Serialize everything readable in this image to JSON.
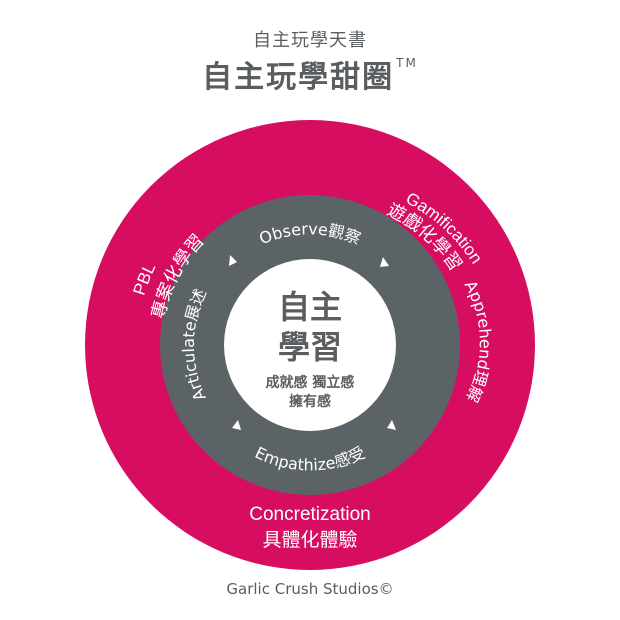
{
  "header": {
    "subtitle": "自主玩學天書",
    "title": "自主玩學甜圈",
    "trademark": "TM"
  },
  "colors": {
    "outer_ring": "#d70d61",
    "inner_ring": "#5c6366",
    "center": "#ffffff",
    "text_dark": "#5a5e61"
  },
  "outer_ring": {
    "pbl": {
      "en": "PBL",
      "zh": "專案化學習"
    },
    "gamification": {
      "en": "Gamification",
      "zh": "遊戲化學習"
    },
    "concretization": {
      "en": "Concretization",
      "zh": "具體化體驗"
    }
  },
  "inner_ring": {
    "observe": "Observe觀察",
    "apprehend": "Apprehend理解",
    "empathize": "Empathize感受",
    "articulate": "Articulate展述"
  },
  "center": {
    "line1": "自主",
    "line2": "學習",
    "sub1": "成就感 獨立感",
    "sub2": "擁有感"
  },
  "footer": "Garlic Crush Studios©"
}
